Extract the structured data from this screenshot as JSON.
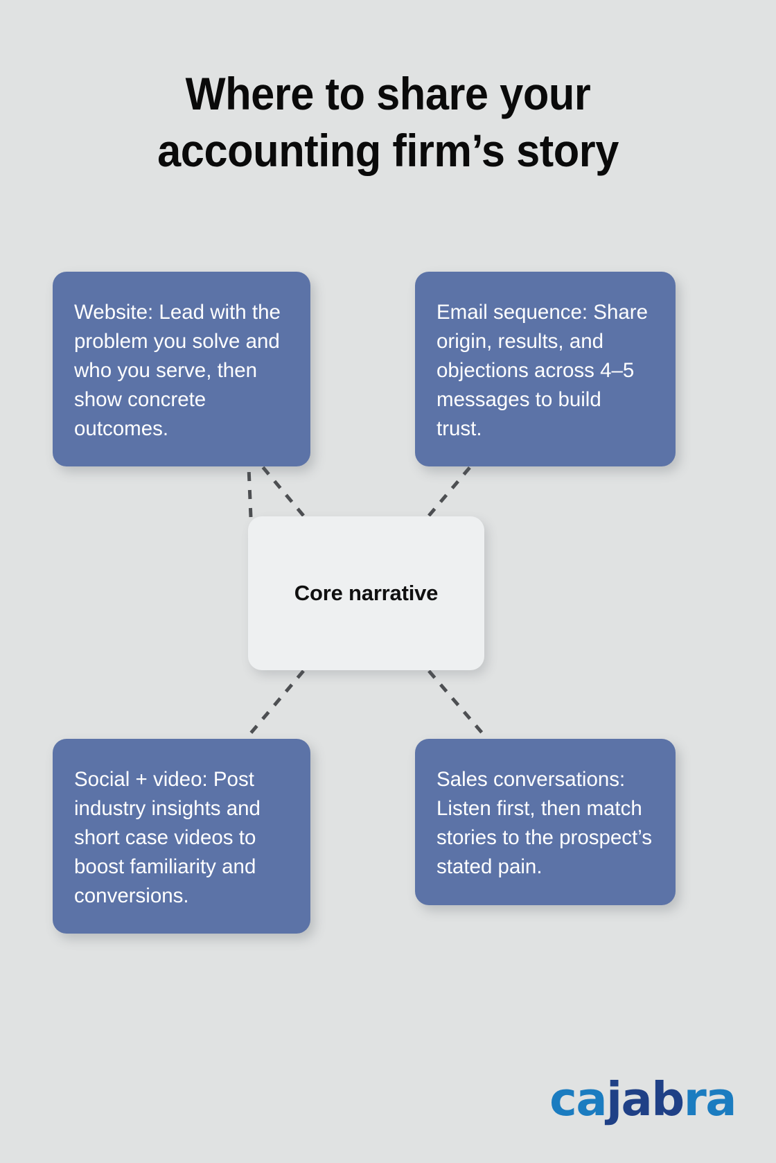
{
  "page": {
    "background_color": "#e0e2e2",
    "title": "Where to share your\naccounting firm’s story"
  },
  "colors": {
    "card_fill": "#5c73a7",
    "card_text": "#ffffff",
    "center_fill": "#eef0f1",
    "center_text": "#101010",
    "connector": "#4d4f52",
    "logo_light_blue": "#1b7cc0",
    "logo_navy": "#1f4086"
  },
  "diagram": {
    "center": {
      "label": "Core narrative"
    },
    "nodes": [
      {
        "id": "website",
        "position": "top-left",
        "text": "Website: Lead with the problem you solve and who you serve, then show concrete outcomes."
      },
      {
        "id": "email-sequence",
        "position": "top-right",
        "text": "Email sequence: Share origin, results, and objections across 4–5 messages to build trust."
      },
      {
        "id": "social-video",
        "position": "bottom-left",
        "text": "Social + video: Post industry insights and short case videos to boost familiarity and conversions."
      },
      {
        "id": "sales-conversations",
        "position": "bottom-right",
        "text": "Sales conversations: Listen first, then match stories to the prospect’s stated pain."
      }
    ],
    "connector_style": "dashed"
  },
  "logo": {
    "full_text": "cajabra",
    "segments": {
      "a": "ca",
      "b": "ja",
      "c": "b",
      "d": "ra"
    }
  }
}
